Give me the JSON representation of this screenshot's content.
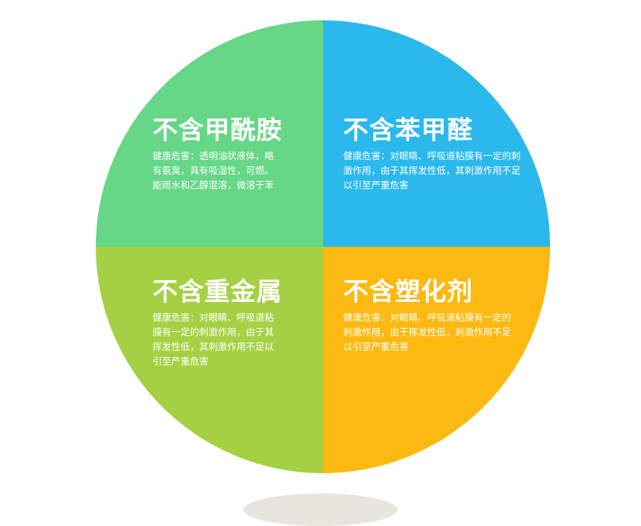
{
  "colors": {
    "q1": "#66d687",
    "q2": "#2bb8ec",
    "q3": "#a4d143",
    "q4": "#fbb912"
  },
  "quadrants": [
    {
      "title": "不含甲酰胺",
      "desc": "健康危害：透明油状液体，略有氨臭，具有吸湿性，可燃。能雨水和乙醇混溶，微溶于苯"
    },
    {
      "title": "不含苯甲醛",
      "desc": "健康危害：对眼睛、呼吸道粘膜有一定的刺激作用，由于其挥发性低，其刺激作用不足以引至严重危害"
    },
    {
      "title": "不含重金属",
      "desc": "健康危害：对眼睛、呼吸道粘膜有一定的刺激作用，由于其挥发性低，其刺激作用不足以引至严重危害"
    },
    {
      "title": "不含塑化剂",
      "desc": "健康危害：对眼睛、呼吸道粘膜有一定的刺激作用，由于挥发性低，刺激作用不足以引至严重危害"
    }
  ]
}
